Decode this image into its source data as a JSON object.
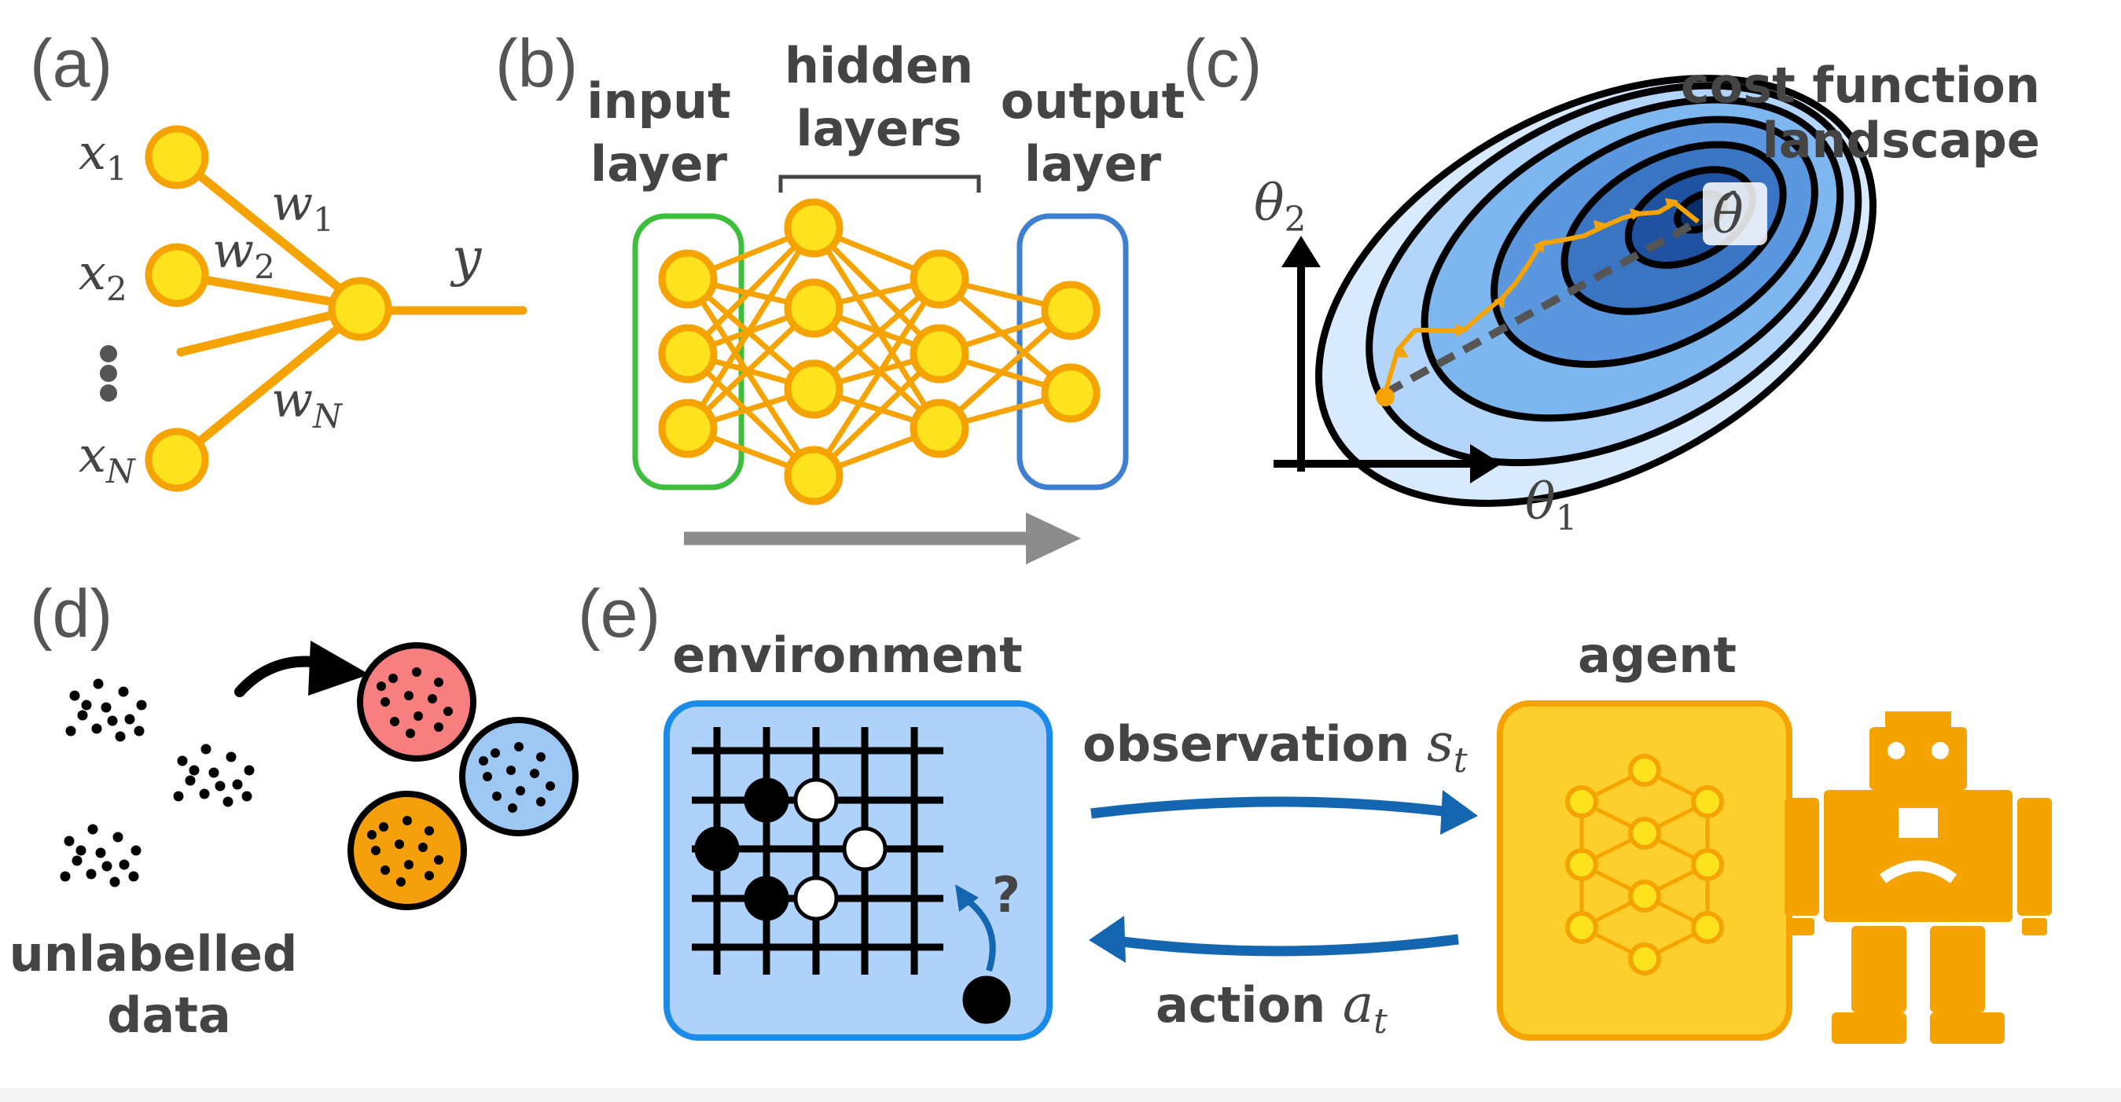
{
  "panels": {
    "a": {
      "label": "(a)"
    },
    "b": {
      "label": "(b)"
    },
    "c": {
      "label": "(c)"
    },
    "d": {
      "label": "(d)"
    },
    "e": {
      "label": "(e)"
    }
  },
  "neuron": {
    "inputs": [
      {
        "base": "x",
        "sub": "1"
      },
      {
        "base": "x",
        "sub": "2"
      },
      {
        "base": "x",
        "sub": "N"
      }
    ],
    "weights": [
      {
        "base": "w",
        "sub": "1"
      },
      {
        "base": "w",
        "sub": "2"
      },
      {
        "base": "w",
        "sub": "N"
      }
    ],
    "output": "y"
  },
  "network": {
    "input_label_1": "input",
    "input_label_2": "layer",
    "hidden_label_1": "hidden",
    "hidden_label_2": "layers",
    "output_label_1": "output",
    "output_label_2": "layer"
  },
  "landscape": {
    "title_1": "cost function",
    "title_2": "landscape",
    "axis_x": {
      "base": "θ",
      "sub": "1"
    },
    "axis_y": {
      "base": "θ",
      "sub": "2"
    },
    "optimum": "θ̂"
  },
  "clustering": {
    "label_1": "unlabelled",
    "label_2": "data"
  },
  "rl": {
    "environment": "environment",
    "agent": "agent",
    "observation": "observation",
    "observation_var": {
      "base": "s",
      "sub": "t"
    },
    "action": "action",
    "action_var": {
      "base": "a",
      "sub": "t"
    },
    "question": "?"
  },
  "colors": {
    "orange": "#F5A300",
    "node_fill": "#FFE21E",
    "green_box": "#3DBE3D",
    "blue_box": "#3E7FD0",
    "arrow_blue": "#1466B0",
    "env_fill": "#AFD2FA",
    "agent_fill": "#FCCF2C",
    "cluster_red": "#F77F7F",
    "cluster_blue": "#9DC8F4",
    "cluster_orange": "#F59F0A"
  }
}
